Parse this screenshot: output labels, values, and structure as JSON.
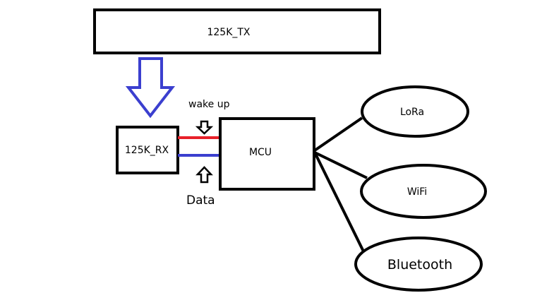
{
  "blocks": {
    "tx": "125K_TX",
    "rx": "125K_RX",
    "mcu": "MCU"
  },
  "signals": {
    "wake_up": "wake up",
    "data": "Data"
  },
  "radios": {
    "lora": "LoRa",
    "wifi": "WiFi",
    "bluetooth": "Bluetooth"
  },
  "colors": {
    "stroke": "#000000",
    "tx_arrow": "#3b3fcf",
    "wake_line": "#e8202a",
    "data_line": "#3b3fcf",
    "background": "#ffffff"
  },
  "icons": {
    "tx_to_rx": "down-arrow-icon",
    "wake_up": "down-arrow-icon",
    "data": "up-arrow-icon"
  }
}
